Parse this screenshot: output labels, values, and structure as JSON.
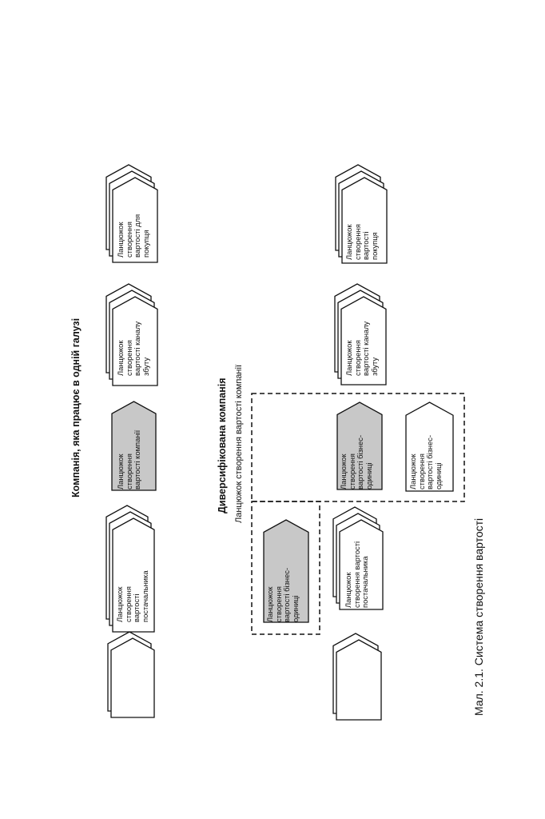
{
  "section1": {
    "title": "Компанія, яка працює в одній галузі",
    "blocks": {
      "supplier": "Ланцюжок\nстворення\nвартості\nпостачальника",
      "company": "Ланцюжок\nстворення\nвартості компанії",
      "channel": "Ланцюжок\nстворення\nвартості каналу\nзбуту",
      "buyer": "Ланцюжок\nстворення\nвартості для\nпокупця"
    }
  },
  "section2": {
    "title": "Диверсифікована компанія",
    "subtitle": "Ланцюжок створення вартості компанії",
    "blocks": {
      "business_unit_1": "Ланцюжок\nстворення\nвартості бізнес-\nодиниці",
      "supplier": "Ланцюжок\nстворення вартості\nпостачальника",
      "business_unit_2": "Ланцюжок\nстворення\nвартості бізнес-\nодиниці",
      "business_unit_3": "Ланцюжок\nстворення\nвартості бізнес-\nодиниці",
      "channel": "Ланцюжок\nстворення\nвартості каналу\nзбуту",
      "buyer": "Ланцюжок\nстворення\nвартості\nпокупця"
    }
  },
  "caption": "Мал. 2.1. Система створення вартості",
  "colors": {
    "shaded_fill": "#c8c8c8",
    "plain_fill": "#ffffff",
    "stroke": "#111111"
  }
}
